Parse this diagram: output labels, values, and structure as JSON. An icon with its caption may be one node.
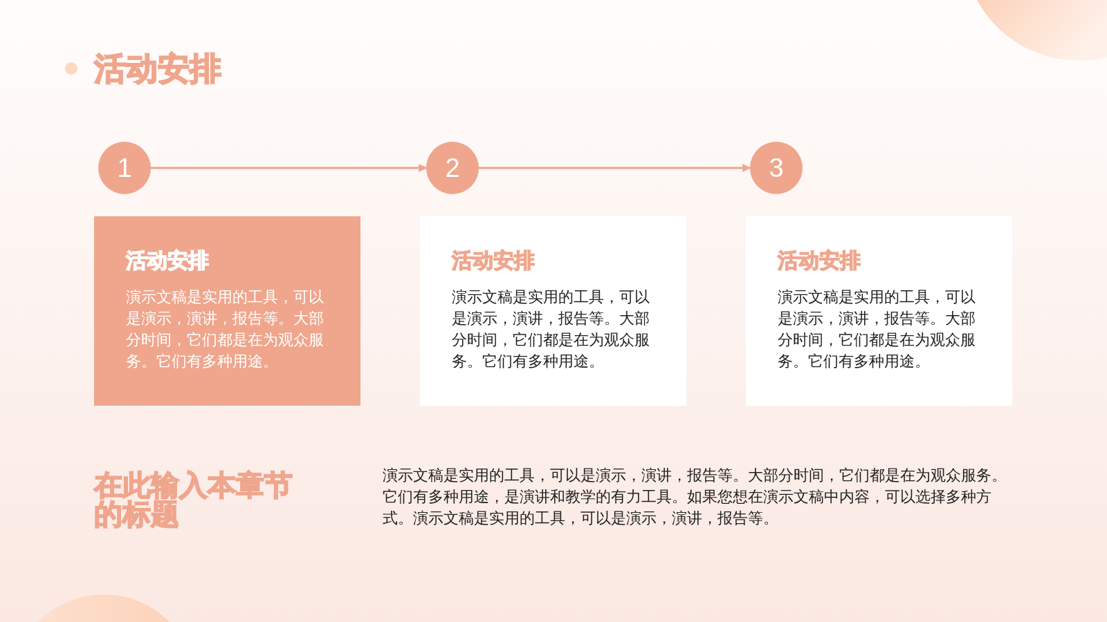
{
  "diagram": {
    "title": "活动安排",
    "nodes": [
      {
        "text": [
          "1"
        ]
      },
      {
        "text": [
          "2"
        ]
      },
      {
        "text": [
          "3"
        ]
      },
      {
        "text": [
          "活动安排",
          "演示文稿是实用的工具，可以是演示，演讲，报告等。大部分时间，它们都是在为观众服务。它们有多种用途。"
        ]
      },
      {
        "text": [
          "活动安排",
          "演示文稿是实用的工具，可以是演示，演讲，报告等。大部分时间，它们都是在为观众服务。它们有多种用途。"
        ]
      },
      {
        "text": [
          "活动安排",
          "演示文稿是实用的工具，可以是演示，演讲，报告等。大部分时间，它们都是在为观众服务。它们有多种用途。"
        ]
      }
    ],
    "edges": [
      {
        "from": 0,
        "to": 1,
        "arrow": "to"
      },
      {
        "from": 1,
        "to": 2,
        "arrow": "to"
      }
    ],
    "labels": [
      "在此输入本章节的标题",
      "演示文稿是实用的工具，可以是演示，演讲，报告等。大部分时间，它们都是在为观众服务。它们有多种用途，是演讲和教学的有力工具。如果您想在演示文稿中内容，可以选择多种方式。演示文稿是实用的工具，可以是演示，演讲，报告等。"
    ]
  }
}
